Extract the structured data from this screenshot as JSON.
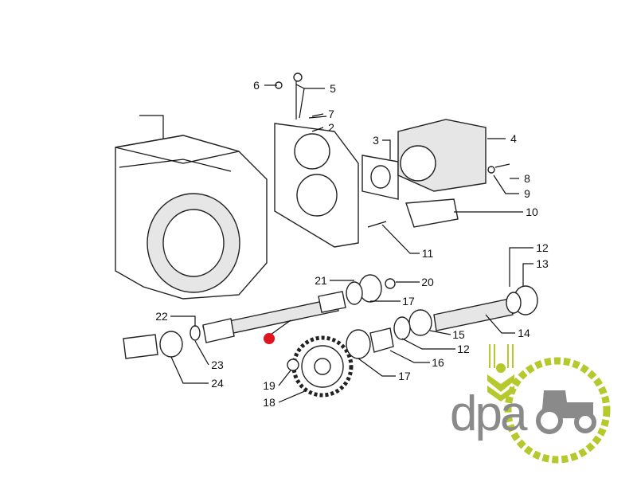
{
  "diagram": {
    "part_labels": [
      "6",
      "5",
      "7",
      "2",
      "3",
      "4",
      "8",
      "9",
      "10",
      "11",
      "12",
      "13",
      "21",
      "20",
      "17",
      "22",
      "15",
      "14",
      "12",
      "23",
      "16",
      "17",
      "24",
      "19",
      "18"
    ],
    "highlight_color": "#e0141e"
  },
  "logo": {
    "text": "dpa",
    "text_color": "#8a8a8a",
    "accent_color": "#b5c92c",
    "icon": "tractor-gear-wheat-icon"
  }
}
